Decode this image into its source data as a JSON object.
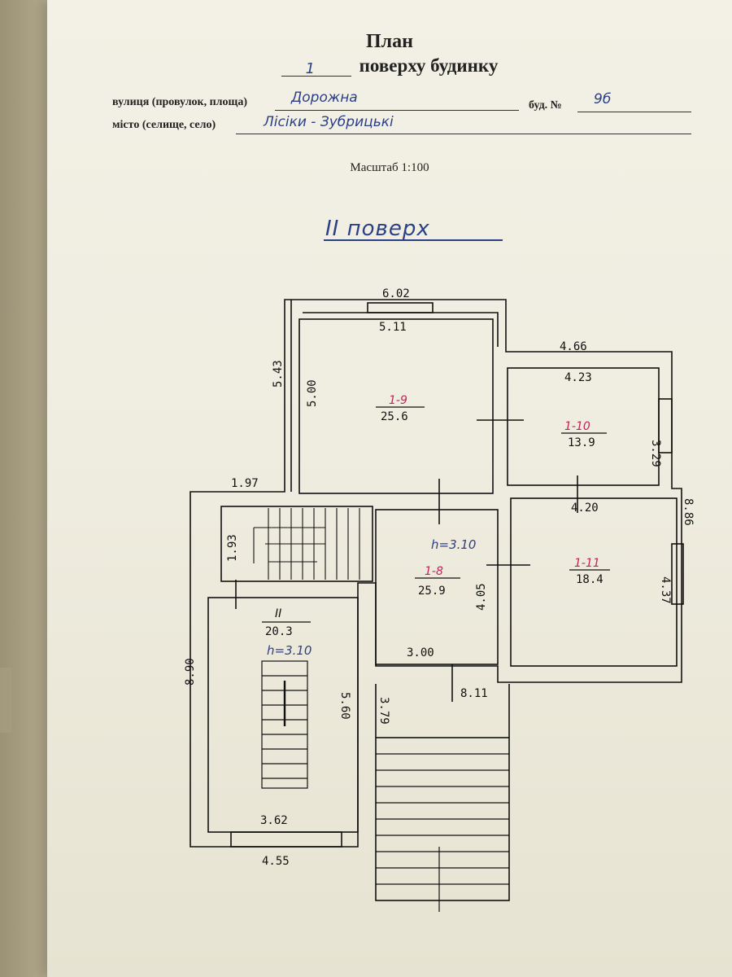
{
  "header": {
    "title": "План",
    "floor_number": "1",
    "subtitle": "поверху будинку"
  },
  "fields": {
    "street_label": "вулиця (провулок, площа)",
    "street_value": "Дорожна",
    "building_label": "буд. №",
    "building_value": "9б",
    "city_label": "місто (селище, село)",
    "city_value": "Лісіки - Зубрицькі"
  },
  "scale": "Масштаб 1:100",
  "floor_heading": "ІІ поверх",
  "dimensions": {
    "top_width": "6.02",
    "room9_width": "5.11",
    "left_upper": "5.43",
    "room9_height": "5.00",
    "right_step": "4.66",
    "room10_width": "4.23",
    "room10_height": "3.29",
    "left_offset": "1.97",
    "room11_width": "4.20",
    "right_total": "8.86",
    "stair_small": "1.93",
    "room8_height": "4.05",
    "room11_height": "4.37",
    "room8_width": "3.00",
    "bottom_mid": "8.11",
    "left_total": "8.90",
    "stair_hall_height": "5.60",
    "stair_right": "3.79",
    "stair_hall_width": "3.62",
    "bottom_left": "4.55"
  },
  "rooms": {
    "r9": {
      "id": "1-9",
      "area": "25.6"
    },
    "r10": {
      "id": "1-10",
      "area": "13.9"
    },
    "r8": {
      "id": "1-8",
      "area": "25.9",
      "height": "h=3.10"
    },
    "r11": {
      "id": "1-11",
      "area": "18.4"
    },
    "rII": {
      "id": "ІІ",
      "area": "20.3",
      "height": "h=3.10"
    }
  }
}
